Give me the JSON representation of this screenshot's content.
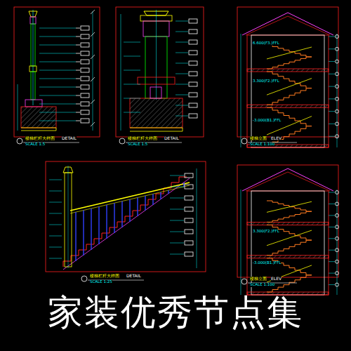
{
  "diagram": {
    "title": "家装优秀节点集",
    "labels": [
      "楼梯栏杆大样图",
      "DETAIL",
      "SCALE 1:5",
      "楼梯栏杆大样图",
      "DETAIL",
      "SCALE 1:5",
      "楼梯立面",
      "ELEV",
      "SCALE 1:100",
      "楼梯栏杆大样图",
      "DETAIL",
      "SCALE 1:25",
      "楼梯立面",
      "ELEV",
      "SCALE 1:100",
      "6.600(F3.)FFL",
      "3.300(F2.)FFL",
      "-3.000(B1.)FFL",
      "3.300(F2.)FFL",
      "-3.000(B1.)FFL"
    ]
  }
}
